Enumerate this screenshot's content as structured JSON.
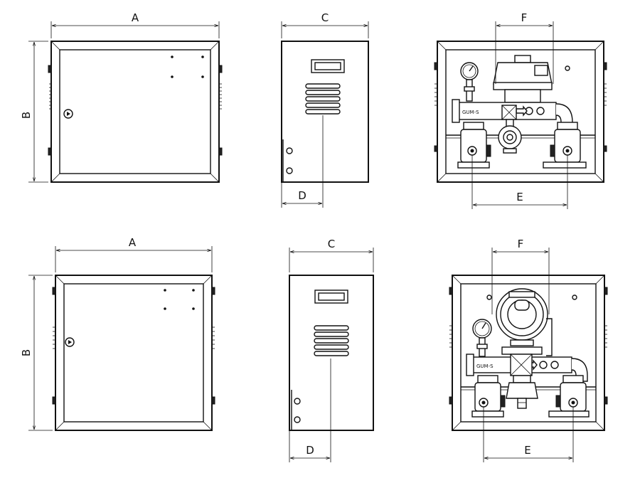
{
  "labels": {
    "width": "A",
    "height": "B",
    "depth": "C",
    "depth_offset": "D",
    "pipe_spacing": "E",
    "regulator_width": "F"
  }
}
